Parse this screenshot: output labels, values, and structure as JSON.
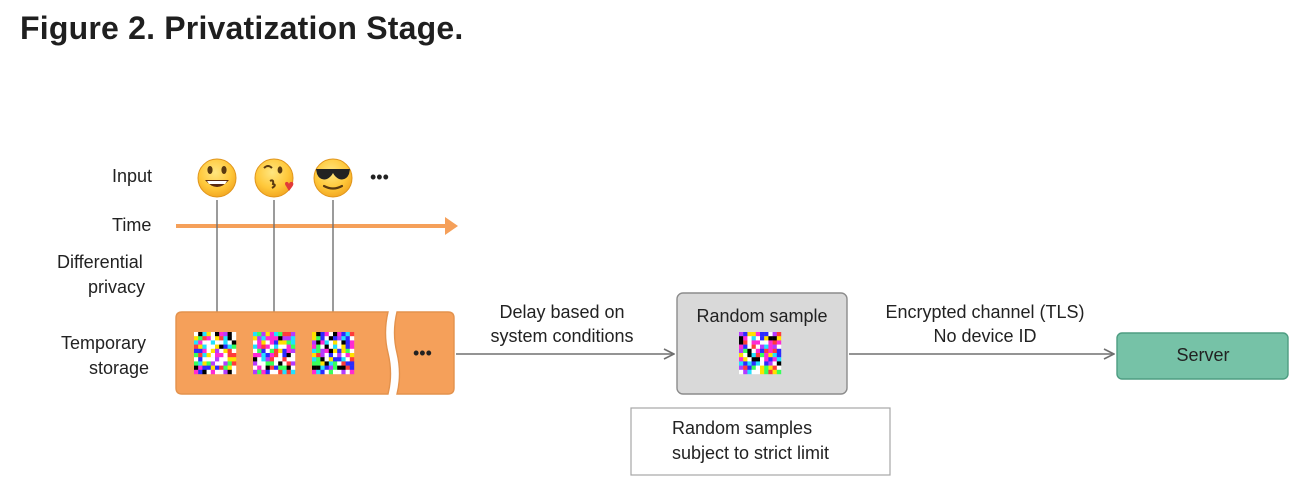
{
  "title": "Figure 2. Privatization Stage.",
  "row_labels": {
    "input": "Input",
    "time": "Time",
    "differential_privacy": [
      "Differential",
      "privacy"
    ],
    "temporary_storage": [
      "Temporary",
      "storage"
    ]
  },
  "input_ellipsis": "•••",
  "storage_ellipsis": "•••",
  "delay_label": [
    "Delay based on",
    "system conditions"
  ],
  "random_sample_label": "Random sample",
  "channel_label": [
    "Encrypted channel (TLS)",
    "No device ID"
  ],
  "server_label": "Server",
  "note_label": [
    "Random samples",
    "subject to strict limit"
  ],
  "colors": {
    "orange": "#f5a05a",
    "orange_border": "#e3924d",
    "gray_box": "#d9d9d9",
    "gray_border": "#8c8c8c",
    "server": "#76c2a7",
    "server_border": "#4e9d82",
    "arrow": "#707070"
  }
}
